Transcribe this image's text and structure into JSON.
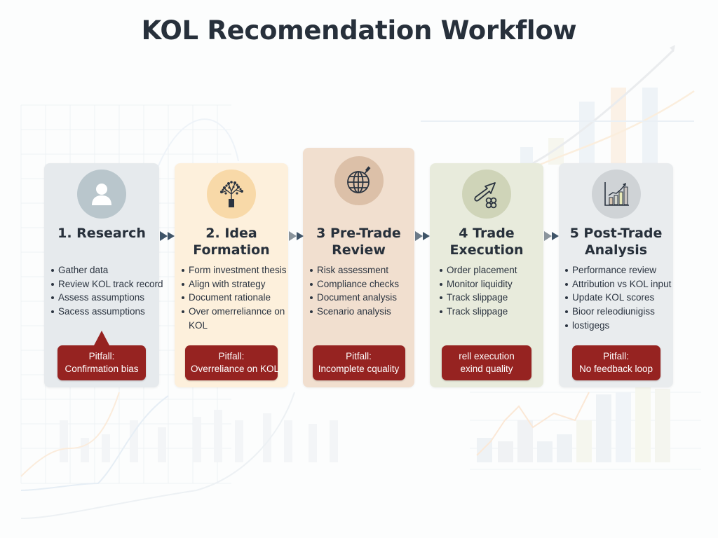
{
  "title": "KOL Recomendation Workflow",
  "colors": {
    "pitfall_bg": "#962321",
    "title_text": "#27303b",
    "arrow_dark": "#3f5468",
    "arrow_light": "#8a949c"
  },
  "steps": [
    {
      "icon": "user-icon",
      "title_line1": "1. Research",
      "title_line2": "",
      "card_color": "#e6eaed",
      "icon_bg": "#b9c6cc",
      "bullets": [
        "Gather data",
        "Review KOL track record",
        "Assess assumptions",
        "Sacess assumptions"
      ],
      "pitfall_line1": "Pitfall:",
      "pitfall_line2": "Confirmation bias"
    },
    {
      "icon": "tree-icon",
      "title_line1": "2. Idea",
      "title_line2": "Formation",
      "card_color": "#fdf0dc",
      "icon_bg": "#f8d9a8",
      "bullets": [
        "Form investment thesis",
        "Align with strategy",
        "Document rationale",
        "Over omerreliannce on",
        "KOL"
      ],
      "pitfall_line1": "Pitfall:",
      "pitfall_line2": "Overreliance on KOL"
    },
    {
      "icon": "globe-icon",
      "title_line1": "3 Pre-Trade",
      "title_line2": "Review",
      "card_color": "#f1dfcf",
      "icon_bg": "#dcc0a8",
      "bullets": [
        "Risk assessment",
        "Compliance checks",
        "Document analysis",
        "Scenario analysis"
      ],
      "pitfall_line1": "Pitfall:",
      "pitfall_line2": "Incomplete cquality"
    },
    {
      "icon": "trade-arrow-icon",
      "title_line1": "4 Trade",
      "title_line2": "Execution",
      "card_color": "#e8ebdc",
      "icon_bg": "#cfd4b8",
      "bullets": [
        "Order placement",
        "Monitor liquidity",
        "Track  slippage",
        "Track slippage"
      ],
      "pitfall_line1": "rell execution",
      "pitfall_line2": "exind quality"
    },
    {
      "icon": "bar-chart-icon",
      "title_line1": "5 Post-Trade",
      "title_line2": "Analysis",
      "card_color": "#e9ecee",
      "icon_bg": "#cfd3d6",
      "bullets": [
        "Performance review",
        "Attribution vs KOL input",
        "Update KOL scores",
        "Bioor releodiunigiss",
        "lostigegs"
      ],
      "pitfall_line1": "Pitfall:",
      "pitfall_line2": "No feedback loop"
    }
  ]
}
